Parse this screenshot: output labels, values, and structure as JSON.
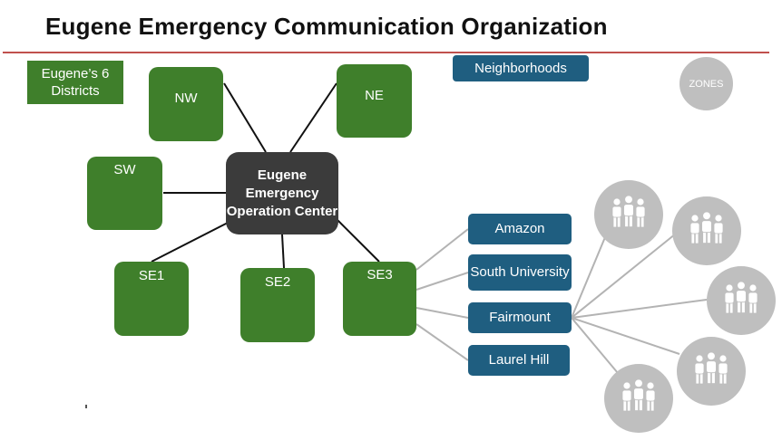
{
  "title": "Eugene Emergency Communication Organization",
  "legend": {
    "districts": "Eugene’s 6 Districts",
    "neighborhoods": "Neighborhoods",
    "zones": "ZONES"
  },
  "center": "Eugene Emergency Operation Center",
  "districts": [
    "NW",
    "NE",
    "SW",
    "SE1",
    "SE2",
    "SE3"
  ],
  "neighborhoods": [
    "Amazon",
    "South University",
    "Fairmount",
    "Laurel Hill"
  ],
  "zone_icon": "people-group-icon",
  "colors": {
    "district": "#3f7f2b",
    "center": "#3b3b3b",
    "neighborhood": "#1f5e80",
    "zone": "#bfbfbf",
    "rule": "#c0504d",
    "connector": "#111111",
    "branch": "#b3b3b3"
  }
}
